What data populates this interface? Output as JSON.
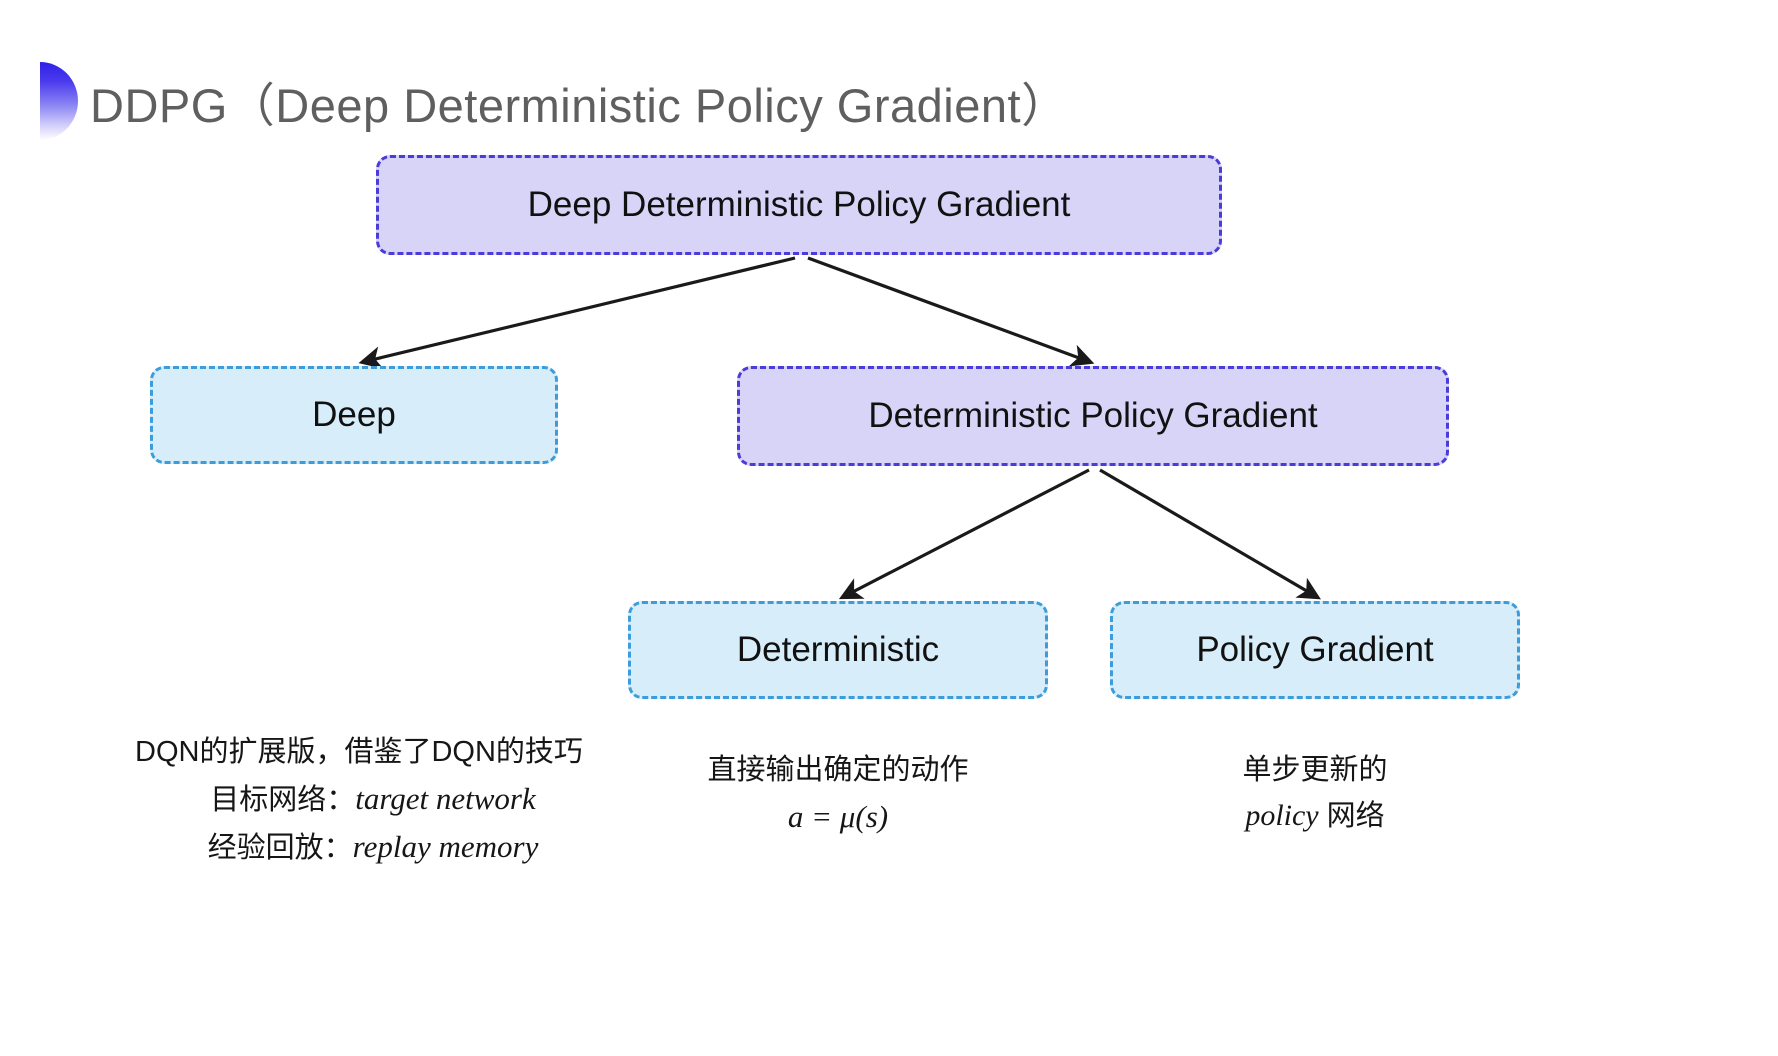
{
  "slide": {
    "title": "DDPG（Deep Deterministic Policy Gradient）",
    "bullet_icon": "gradient-halfcircle-bullet",
    "background": "#ffffff"
  },
  "colors": {
    "purple_fill": "#d7d4f7",
    "purple_border": "#4b3bd8",
    "cyan_fill": "#d7eefa",
    "cyan_border": "#3d9ddb",
    "title_text": "#5f5f5f",
    "body_text": "#161616",
    "arrow": "#1a1a1a"
  },
  "diagram": {
    "type": "tree",
    "nodes": [
      {
        "id": "root",
        "label": "Deep Deterministic Policy Gradient",
        "style": "purple"
      },
      {
        "id": "deep",
        "label": "Deep",
        "style": "cyan"
      },
      {
        "id": "dpg",
        "label": "Deterministic Policy Gradient",
        "style": "purple"
      },
      {
        "id": "det",
        "label": "Deterministic",
        "style": "cyan"
      },
      {
        "id": "pg",
        "label": "Policy Gradient",
        "style": "cyan"
      }
    ],
    "edges": [
      {
        "from": "root",
        "to": "deep"
      },
      {
        "from": "root",
        "to": "dpg"
      },
      {
        "from": "dpg",
        "to": "det"
      },
      {
        "from": "dpg",
        "to": "pg"
      }
    ]
  },
  "notes": {
    "deep": {
      "line1": "DQN的扩展版，借鉴了DQN的技巧",
      "line2_label": "目标网络：",
      "line2_term": "target network",
      "line3_label": "经验回放：",
      "line3_term": "replay memory"
    },
    "deterministic": {
      "line1": "直接输出确定的动作",
      "formula": "a = μ(s)"
    },
    "policy_gradient": {
      "line1": "单步更新的",
      "line2_term": "policy",
      "line2_tail": " 网络"
    }
  }
}
